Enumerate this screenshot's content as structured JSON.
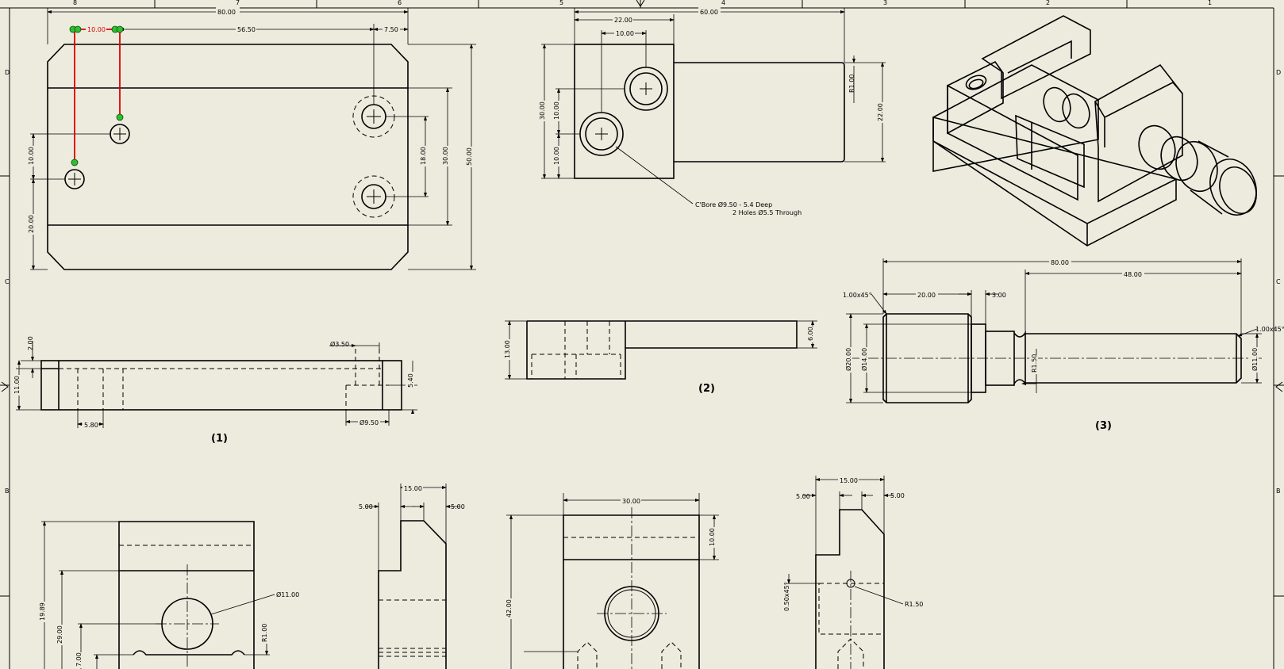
{
  "border": {
    "top_zones": [
      "8",
      "7",
      "6",
      "5",
      "4",
      "3",
      "2",
      "1"
    ],
    "side_zones": [
      "D",
      "C",
      "B"
    ]
  },
  "views": {
    "v1": {
      "label": "(1)",
      "top_dims": {
        "overall": "80.00",
        "red": "10.00",
        "mid": "56.50",
        "right": "7.50"
      },
      "side_dims": {
        "d10": "10.00",
        "d20": "20.00",
        "d18": "18.00",
        "d30": "30.00",
        "d50": "50.00"
      },
      "front_dims": {
        "d2": "2.00",
        "d11": "11.00",
        "d3_5": "Ø3.50",
        "d5_4": "5.40",
        "d5_8": "5.80",
        "d9_5": "Ø9.50"
      }
    },
    "v2": {
      "label": "(2)",
      "dims": {
        "d22": "22.00",
        "d60": "60.00",
        "d10": "10.00",
        "d30": "30.00",
        "d10a": "10.00",
        "d10b": "10.00",
        "r1": "R1.00",
        "d22v": "22.00",
        "d13": "13.00",
        "d6": "6.00"
      },
      "note1": "C'Bore Ø9.50 - 5.4 Deep",
      "note2": "2 Holes Ø5.5 Through"
    },
    "v3": {
      "label": "(3)",
      "dims": {
        "d80": "80.00",
        "d48": "48.00",
        "ch1": "1.00x45°",
        "d20": "20.00",
        "d3": "3.00",
        "ch2": "1.00x45°",
        "dia20": "Ø20.00",
        "dia14": "Ø14.00",
        "r15": "R1.50",
        "dia11": "Ø11.00"
      }
    },
    "bottom": {
      "a": {
        "d19": "19.89",
        "d29": "29.00",
        "d7": "7.00",
        "dia11": "Ø11.00",
        "r1": "R1.00"
      },
      "b": {
        "d15": "15.00",
        "d5l": "5.00",
        "d5r": "5.00"
      },
      "c": {
        "d30": "30.00",
        "d10": "10.00",
        "d42": "42.00"
      },
      "d": {
        "d15": "15.00",
        "d5l": "5.00",
        "d5r": "5.00",
        "ch": "0.50x45°",
        "r15": "R1.50"
      }
    }
  },
  "colors": {
    "paper": "#ecebde",
    "highlight": "#e00000",
    "grip": "#33bb33"
  }
}
